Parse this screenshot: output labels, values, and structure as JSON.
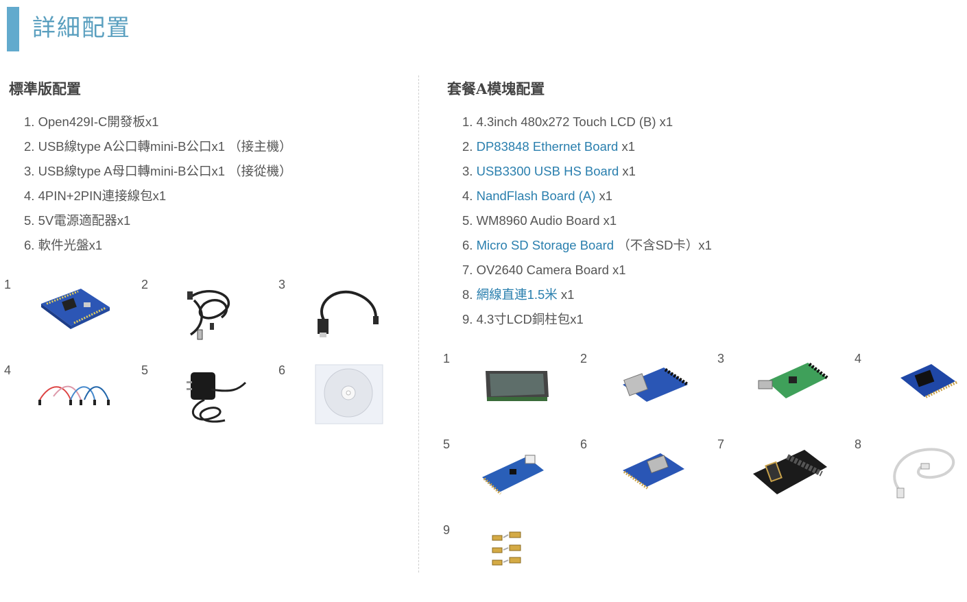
{
  "header": {
    "title": "詳細配置"
  },
  "left": {
    "title": "標準版配置",
    "items": [
      {
        "num": "1.",
        "text": "Open429I-C開發板x1"
      },
      {
        "num": "2.",
        "text": "USB線type A公口轉mini-B公口x1 （接主機）"
      },
      {
        "num": "3.",
        "text": "USB線type A母口轉mini-B公口x1 （接從機）"
      },
      {
        "num": "4.",
        "text": "4PIN+2PIN連接線包x1"
      },
      {
        "num": "5.",
        "text": "5V電源適配器x1"
      },
      {
        "num": "6.",
        "text": "軟件光盤x1"
      }
    ],
    "images": [
      {
        "num": "1",
        "icon": "dev-board-icon"
      },
      {
        "num": "2",
        "icon": "usb-cable-icon"
      },
      {
        "num": "3",
        "icon": "otg-cable-icon"
      },
      {
        "num": "4",
        "icon": "jumper-wires-icon"
      },
      {
        "num": "5",
        "icon": "power-adapter-icon"
      },
      {
        "num": "6",
        "icon": "cd-disc-icon"
      }
    ]
  },
  "right": {
    "title": "套餐A模塊配置",
    "items": [
      {
        "num": "1.",
        "link": "",
        "text": "4.3inch 480x272 Touch LCD (B) x1"
      },
      {
        "num": "2.",
        "link": "DP83848 Ethernet Board",
        "text": " x1"
      },
      {
        "num": "3.",
        "link": "USB3300 USB HS Board",
        "text": " x1"
      },
      {
        "num": "4.",
        "link": "NandFlash Board (A)",
        "text": " x1"
      },
      {
        "num": "5.",
        "link": "",
        "text": "WM8960 Audio Board x1"
      },
      {
        "num": "6.",
        "link": "Micro SD Storage Board",
        "text": " （不含SD卡）x1"
      },
      {
        "num": "7.",
        "link": "",
        "text": "OV2640 Camera Board x1"
      },
      {
        "num": "8.",
        "link": "網線直連1.5米",
        "text": " x1"
      },
      {
        "num": "9.",
        "link": "",
        "text": "4.3寸LCD銅柱包x1"
      }
    ],
    "images": [
      {
        "num": "1",
        "icon": "lcd-screen-icon"
      },
      {
        "num": "2",
        "icon": "ethernet-board-icon"
      },
      {
        "num": "3",
        "icon": "usb-hs-board-icon"
      },
      {
        "num": "4",
        "icon": "nandflash-board-icon"
      },
      {
        "num": "5",
        "icon": "audio-board-icon"
      },
      {
        "num": "6",
        "icon": "sd-board-icon"
      },
      {
        "num": "7",
        "icon": "camera-board-icon"
      },
      {
        "num": "8",
        "icon": "network-cable-icon"
      },
      {
        "num": "9",
        "icon": "copper-pillars-icon"
      }
    ]
  },
  "colors": {
    "accent": "#62aacd",
    "link": "#2a7fae",
    "text": "#555555"
  }
}
